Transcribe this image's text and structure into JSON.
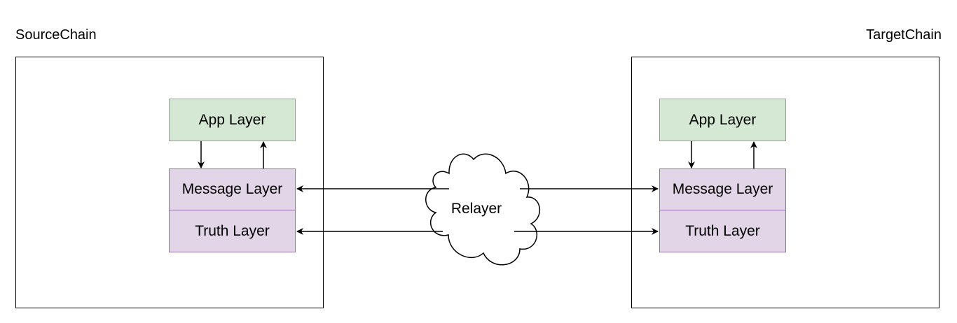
{
  "source_chain": {
    "label": "SourceChain",
    "app_layer": "App Layer",
    "message_layer": "Message Layer",
    "truth_layer": "Truth Layer"
  },
  "target_chain": {
    "label": "TargetChain",
    "app_layer": "App Layer",
    "message_layer": "Message Layer",
    "truth_layer": "Truth Layer"
  },
  "relayer": {
    "label": "Relayer"
  },
  "colors": {
    "app_fill": "#d5e8d4",
    "app_stroke": "#82b366",
    "layer_fill": "#e1d5e7",
    "layer_stroke": "#9673a6",
    "line": "#000000"
  }
}
